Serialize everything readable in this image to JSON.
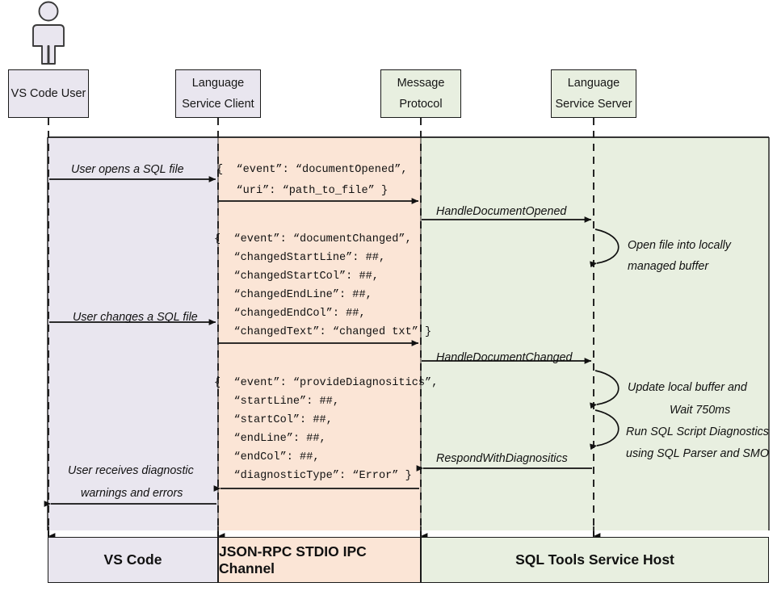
{
  "diagram": {
    "title": "SQL Tools Service sequence diagram",
    "actor": {
      "icon": "person-icon",
      "label": "VS Code User"
    },
    "colors": {
      "lavender_band": "#e9e6ef",
      "peach_band": "#fbe5d6",
      "green_band": "#e8efe0",
      "stroke": "#1a1a1a",
      "actor_fill": "#e9e6ef"
    },
    "participants": [
      {
        "id": "vscode-user",
        "line1": "VS Code User",
        "line2": "",
        "fill": "#e9e6ef"
      },
      {
        "id": "language-service-client",
        "line1": "Language",
        "line2": "Service Client",
        "fill": "#e9e6ef"
      },
      {
        "id": "message-protocol",
        "line1": "Message",
        "line2": "Protocol",
        "fill": "#e8efe0"
      },
      {
        "id": "language-service-server",
        "line1": "Language",
        "line2": "Service Server",
        "fill": "#e8efe0"
      }
    ],
    "user_messages": [
      {
        "id": "user-opens-file",
        "text": "User opens a SQL file"
      },
      {
        "id": "user-changes-file",
        "text": "User changes a SQL file"
      },
      {
        "id": "user-receives-diagnostics-1",
        "text": "User receives diagnostic"
      },
      {
        "id": "user-receives-diagnostics-2",
        "text": "warnings and errors"
      }
    ],
    "json_messages": [
      {
        "id": "document-opened-payload",
        "lines": [
          "{  “event”: “documentOpened”,",
          "   “uri”: “path_to_file” }"
        ]
      },
      {
        "id": "document-changed-payload",
        "lines": [
          "{  “event”: “documentChanged”,",
          "   “changedStartLine”: ##,",
          "   “changedStartCol”: ##,",
          "   “changedEndLine”: ##,",
          "   “changedEndCol”: ##,",
          "   “changedText”: “changed txt” }"
        ]
      },
      {
        "id": "provide-diagnostics-payload",
        "lines": [
          "{  “event”: “provideDiagnositics”,",
          "   “startLine”: ##,",
          "   “startCol”: ##,",
          "   “endLine”: ##,",
          "   “endCol”: ##,",
          "   “diagnosticType”: “Error” }"
        ]
      }
    ],
    "protocol_messages": [
      {
        "id": "handle-document-opened",
        "text": "HandleDocumentOpened"
      },
      {
        "id": "handle-document-changed",
        "text": "HandleDocumentChanged"
      },
      {
        "id": "respond-with-diagnostics",
        "text": "RespondWithDiagnositics"
      }
    ],
    "server_notes": [
      {
        "id": "open-file-note",
        "lines": [
          "Open file into locally",
          "managed buffer"
        ]
      },
      {
        "id": "update-buffer-note",
        "lines": [
          "Update local buffer and",
          "Wait 750ms"
        ]
      },
      {
        "id": "run-diagnostics-note",
        "lines": [
          "Run SQL Script Diagnostics",
          "using SQL Parser and SMO"
        ]
      }
    ],
    "footer": [
      {
        "id": "footer-vs-code",
        "label": "VS Code",
        "fill": "#e9e6ef"
      },
      {
        "id": "footer-json-rpc",
        "label": "JSON-RPC STDIO IPC Channel",
        "fill": "#fbe5d6"
      },
      {
        "id": "footer-sql-tools",
        "label": "SQL Tools Service Host",
        "fill": "#e8efe0"
      }
    ]
  }
}
